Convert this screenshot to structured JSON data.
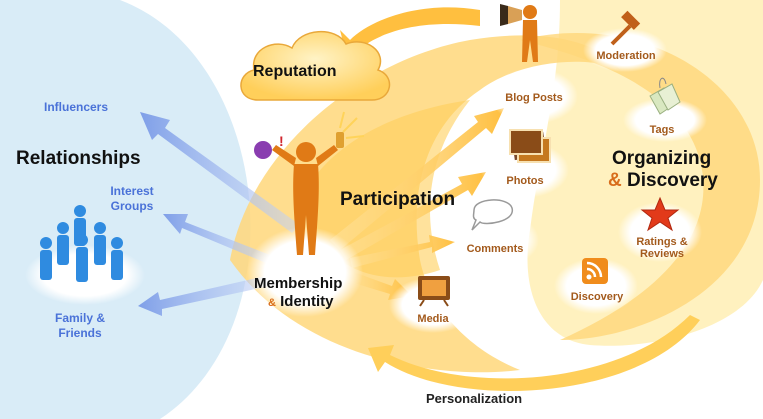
{
  "groups": {
    "relationships": "Relationships",
    "participation": "Participation",
    "organizing": "Organizing",
    "organizing_amp": "&",
    "discovery": "Discovery",
    "reputation": "Reputation",
    "membership": "Membership",
    "membership_amp": "&",
    "identity": "Identity",
    "personalization": "Personalization"
  },
  "relationship_items": {
    "influencers": "Influencers",
    "interest_groups_1": "Interest",
    "interest_groups_2": "Groups",
    "family_1": "Family &",
    "family_2": "Friends"
  },
  "participation_items": {
    "blog_posts": "Blog Posts",
    "photos": "Photos",
    "comments": "Comments",
    "media": "Media"
  },
  "discovery_items": {
    "moderation": "Moderation",
    "tags": "Tags",
    "ratings_1": "Ratings &",
    "ratings_2": "Reviews",
    "discovery": "Discovery"
  },
  "colors": {
    "relationships_bg": "#d9ecf7",
    "participation_bg": "#ffd77a",
    "organizing_bg": "#fff0b8",
    "person_orange": "#e07a16",
    "people_blue": "#2f8be0",
    "arrow_blue": "#7f9fe8",
    "arrow_orange": "#ffbf3f",
    "label_blue": "#4a72d8",
    "label_brown": "#a35a1c"
  },
  "icons": [
    "cloud-icon",
    "person-icon",
    "megaphone-icon",
    "photos-icon",
    "speech-bubble-icon",
    "tv-icon",
    "gavel-icon",
    "tag-icon",
    "star-icon",
    "rss-icon",
    "people-group-icon",
    "phone-icon",
    "chat-icon"
  ]
}
